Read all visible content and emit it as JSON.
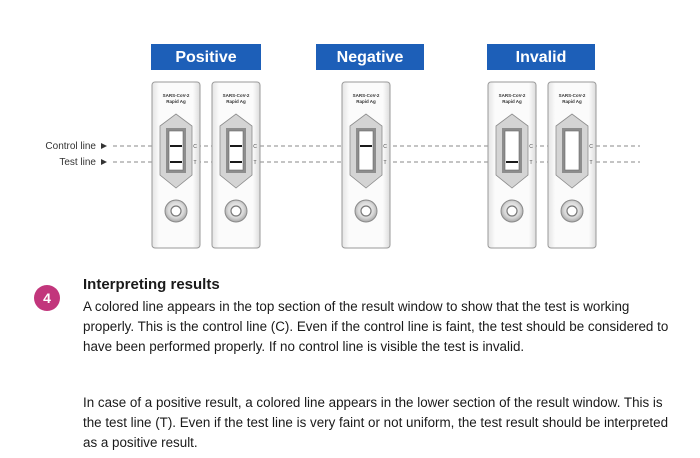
{
  "categories": {
    "positive": "Positive",
    "negative": "Negative",
    "invalid": "Invalid"
  },
  "strip_label_line1": "SARS-CoV-2",
  "strip_label_line2": "Rapid Ag",
  "labels": {
    "control_line": "Control line",
    "test_line": "Test line"
  },
  "step": {
    "number": "4",
    "title": "Interpreting results",
    "paragraph_1": "A colored line appears in the top section of the result window to show that the test is working properly. This is the control line (C). Even if the control line is faint, the test should be considered to have been performed properly. If no control line is visible the test is invalid.",
    "paragraph_2": "In case of a positive result, a colored line appears in the lower section of the result window. This is the test line (T). Even if the test line is very faint or not uniform, the test result should be interpreted as a positive result."
  },
  "colors": {
    "category_header": "#1d5fb8",
    "step_badge": "#c2367c",
    "result_line": "#1a1a1a"
  },
  "cassettes": [
    {
      "group": "positive",
      "control_line": true,
      "test_line": true
    },
    {
      "group": "positive",
      "control_line": true,
      "test_line": true
    },
    {
      "group": "negative",
      "control_line": true,
      "test_line": false
    },
    {
      "group": "invalid",
      "control_line": false,
      "test_line": true
    },
    {
      "group": "invalid",
      "control_line": false,
      "test_line": false
    }
  ]
}
